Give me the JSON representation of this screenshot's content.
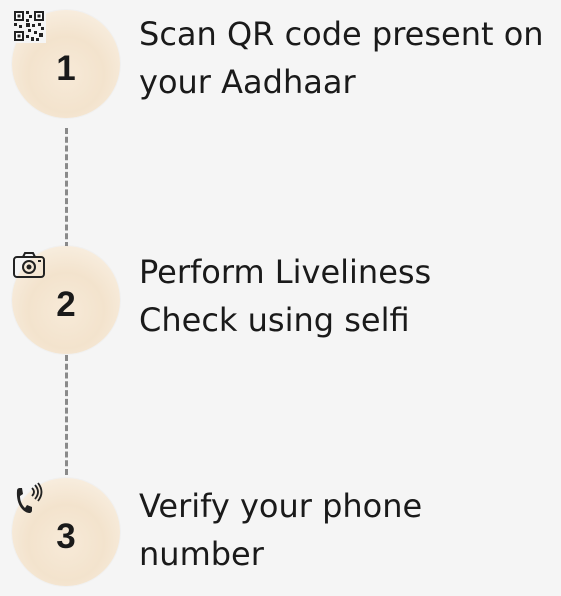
{
  "steps": [
    {
      "number": "1",
      "icon": "qr-code-icon",
      "label": "Scan QR code present on\nyour Aadhaar"
    },
    {
      "number": "2",
      "icon": "camera-icon",
      "label": "Perform Liveliness\nCheck using selfi"
    },
    {
      "number": "3",
      "icon": "phone-ringing-icon",
      "label": "Verify your phone\nnumber"
    }
  ],
  "colors": {
    "circle": "#f3e3cd",
    "text": "#1a1a1a",
    "connector": "#8a8a8a",
    "background": "#f5f5f5"
  }
}
